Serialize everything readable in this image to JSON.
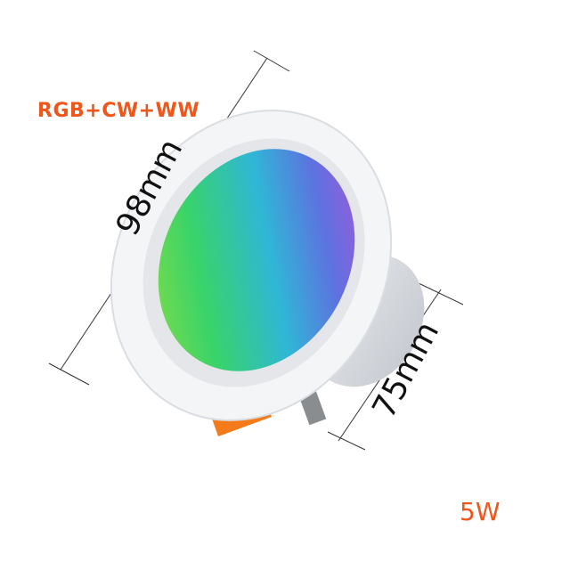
{
  "product": {
    "type": "RGB LED downlight",
    "light_modes_label": "RGB+CW+WW",
    "power_label": "5W",
    "dimensions": {
      "diameter_label": "98mm",
      "cutout_label": "75mm"
    }
  },
  "colors": {
    "accent_text": "#f0561a",
    "dimension_text": "#111111",
    "clip_orange": "#f47a1a",
    "housing_white": "#f4f5f7",
    "housing_shadow": "#cfd3d8"
  }
}
